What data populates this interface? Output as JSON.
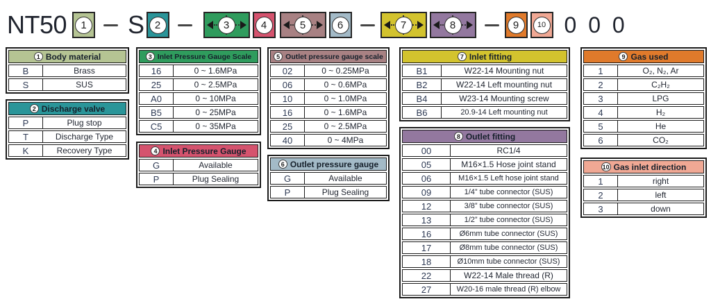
{
  "model_code": {
    "segments": [
      {
        "type": "text",
        "variant": "prefix",
        "name": "model-prefix",
        "value": "NT50"
      },
      {
        "type": "box",
        "num": "1",
        "color": "#b5c493",
        "wide": false
      },
      {
        "type": "dash"
      },
      {
        "type": "text",
        "variant": "letter",
        "name": "model-fixed-letter",
        "value": "S"
      },
      {
        "type": "box",
        "num": "2",
        "color": "#2a9599",
        "wide": false
      },
      {
        "type": "dash"
      },
      {
        "type": "box",
        "num": "3",
        "color": "#2f9c5d",
        "wide": true,
        "ml": 8
      },
      {
        "type": "box",
        "num": "4",
        "color": "#d5536e",
        "wide": false
      },
      {
        "type": "box",
        "num": "5",
        "color": "#a88183",
        "wide": true,
        "ml": 2
      },
      {
        "type": "box",
        "num": "6",
        "color": "#a3bac7",
        "wide": false
      },
      {
        "type": "dash"
      },
      {
        "type": "box",
        "num": "7",
        "color": "#d3c32e",
        "wide": true
      },
      {
        "type": "box",
        "num": "8",
        "color": "#93789f",
        "wide": true
      },
      {
        "type": "dash"
      },
      {
        "type": "box",
        "num": "9",
        "color": "#e07a2b",
        "wide": false
      },
      {
        "type": "box",
        "num": "10",
        "color": "#f0a894",
        "wide": false
      },
      {
        "type": "text",
        "variant": "zeros",
        "name": "model-suffix-zeros",
        "value": "0 0 0"
      }
    ]
  },
  "tables": [
    {
      "num": "1",
      "title": "Body material",
      "color": "#b5c493",
      "column": 1,
      "rows": [
        [
          "B",
          "Brass"
        ],
        [
          "S",
          "SUS"
        ]
      ]
    },
    {
      "num": "2",
      "title": "Discharge valve",
      "color": "#2a9599",
      "column": 1,
      "rows": [
        [
          "P",
          "Plug stop"
        ],
        [
          "T",
          "Discharge Type"
        ],
        [
          "K",
          "Recovery Type"
        ]
      ]
    },
    {
      "num": "3",
      "title": "Inlet Pressure Gauge Scale",
      "color": "#2f9c5d",
      "column": 2,
      "rows": [
        [
          "16",
          "0 ~ 1.6MPa"
        ],
        [
          "25",
          "0 ~ 2.5MPa"
        ],
        [
          "A0",
          "0 ~ 10MPa"
        ],
        [
          "B5",
          "0 ~ 25MPa"
        ],
        [
          "C5",
          "0 ~ 35MPa"
        ]
      ]
    },
    {
      "num": "4",
      "title": "Inlet Pressure Gauge",
      "color": "#d5536e",
      "column": 2,
      "rows": [
        [
          "G",
          "Available"
        ],
        [
          "P",
          "Plug Sealing"
        ]
      ]
    },
    {
      "num": "5",
      "title": "Outlet pressure gauge scale",
      "color": "#a88183",
      "column": 3,
      "rows": [
        [
          "02",
          "0 ~ 0.25MPa"
        ],
        [
          "06",
          "0 ~ 0.6MPa"
        ],
        [
          "10",
          "0 ~ 1.0MPa"
        ],
        [
          "16",
          "0 ~ 1.6MPa"
        ],
        [
          "25",
          "0 ~ 2.5MPa"
        ],
        [
          "40",
          "0 ~ 4MPa"
        ]
      ]
    },
    {
      "num": "6",
      "title": "Outlet pressure gauge",
      "color": "#a3bac7",
      "column": 3,
      "rows": [
        [
          "G",
          "Available"
        ],
        [
          "P",
          "Plug Sealing"
        ]
      ]
    },
    {
      "num": "7",
      "title": "Inlet fitting",
      "color": "#d3c32e",
      "column": 4,
      "code_w": 55,
      "rows": [
        [
          "B1",
          "W22-14 Mounting nut"
        ],
        [
          "B2",
          "W22-14 Left mounting nut"
        ],
        [
          "B4",
          "W23-14 Mounting screw"
        ],
        [
          "B6",
          "20.9-14 Left mounting nut"
        ]
      ]
    },
    {
      "num": "8",
      "title": "Outlet fitting",
      "color": "#93789f",
      "column": 4,
      "code_w": 68,
      "rows": [
        [
          "00",
          "RC1/4"
        ],
        [
          "05",
          "M16×1.5 Hose joint stand"
        ],
        [
          "06",
          "M16×1.5 Left hose joint stand"
        ],
        [
          "09",
          "1/4” tube connector (SUS)"
        ],
        [
          "12",
          "3/8” tube connector (SUS)"
        ],
        [
          "13",
          "1/2” tube connector (SUS)"
        ],
        [
          "16",
          "Ø6mm tube connector (SUS)"
        ],
        [
          "17",
          "Ø8mm tube connector (SUS)"
        ],
        [
          "18",
          "Ø10mm tube connector (SUS)"
        ],
        [
          "22",
          "W22-14 Male thread (R)"
        ],
        [
          "27",
          "W20-16 male thread (R) elbow"
        ]
      ]
    },
    {
      "num": "9",
      "title": "Gas used",
      "color": "#e07a2b",
      "column": 5,
      "rows": [
        [
          "1",
          "O₂, N₂, Ar"
        ],
        [
          "2",
          "C₂H₂"
        ],
        [
          "3",
          "LPG"
        ],
        [
          "4",
          "H₂"
        ],
        [
          "5",
          "He"
        ],
        [
          "6",
          "CO₂"
        ]
      ]
    },
    {
      "num": "10",
      "title": "Gas inlet direction",
      "color": "#f0a894",
      "column": 5,
      "rows": [
        [
          "1",
          "right"
        ],
        [
          "2",
          "left"
        ],
        [
          "3",
          "down"
        ]
      ]
    }
  ]
}
